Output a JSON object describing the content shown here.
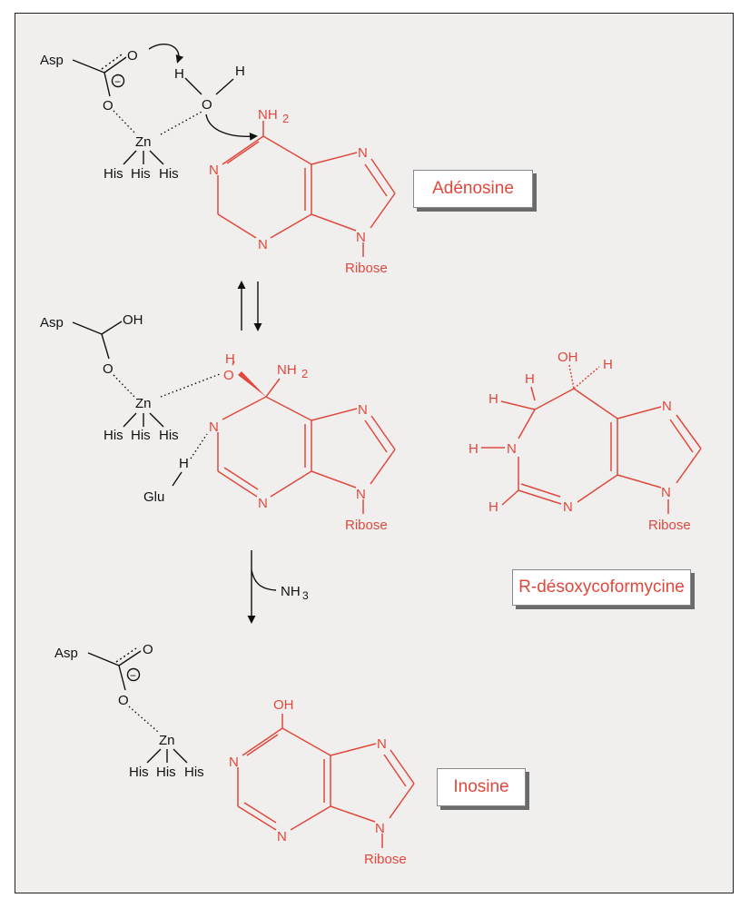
{
  "labels": {
    "adenosine": "Adénosine",
    "inhibitor": "R-désoxycoformycine",
    "inosine": "Inosine"
  },
  "atoms": {
    "asp": "Asp",
    "o": "O",
    "zn": "Zn",
    "his": "His",
    "h": "H",
    "n": "N",
    "oh": "OH",
    "nh2": "NH",
    "sub2": "2",
    "nh3": "NH",
    "sub3": "3",
    "glu": "Glu",
    "ribose": "Ribose",
    "minus": "−"
  },
  "colors": {
    "molecule_red": "#e0483e",
    "enzyme_black": "#111111",
    "background": "#f0efed"
  }
}
